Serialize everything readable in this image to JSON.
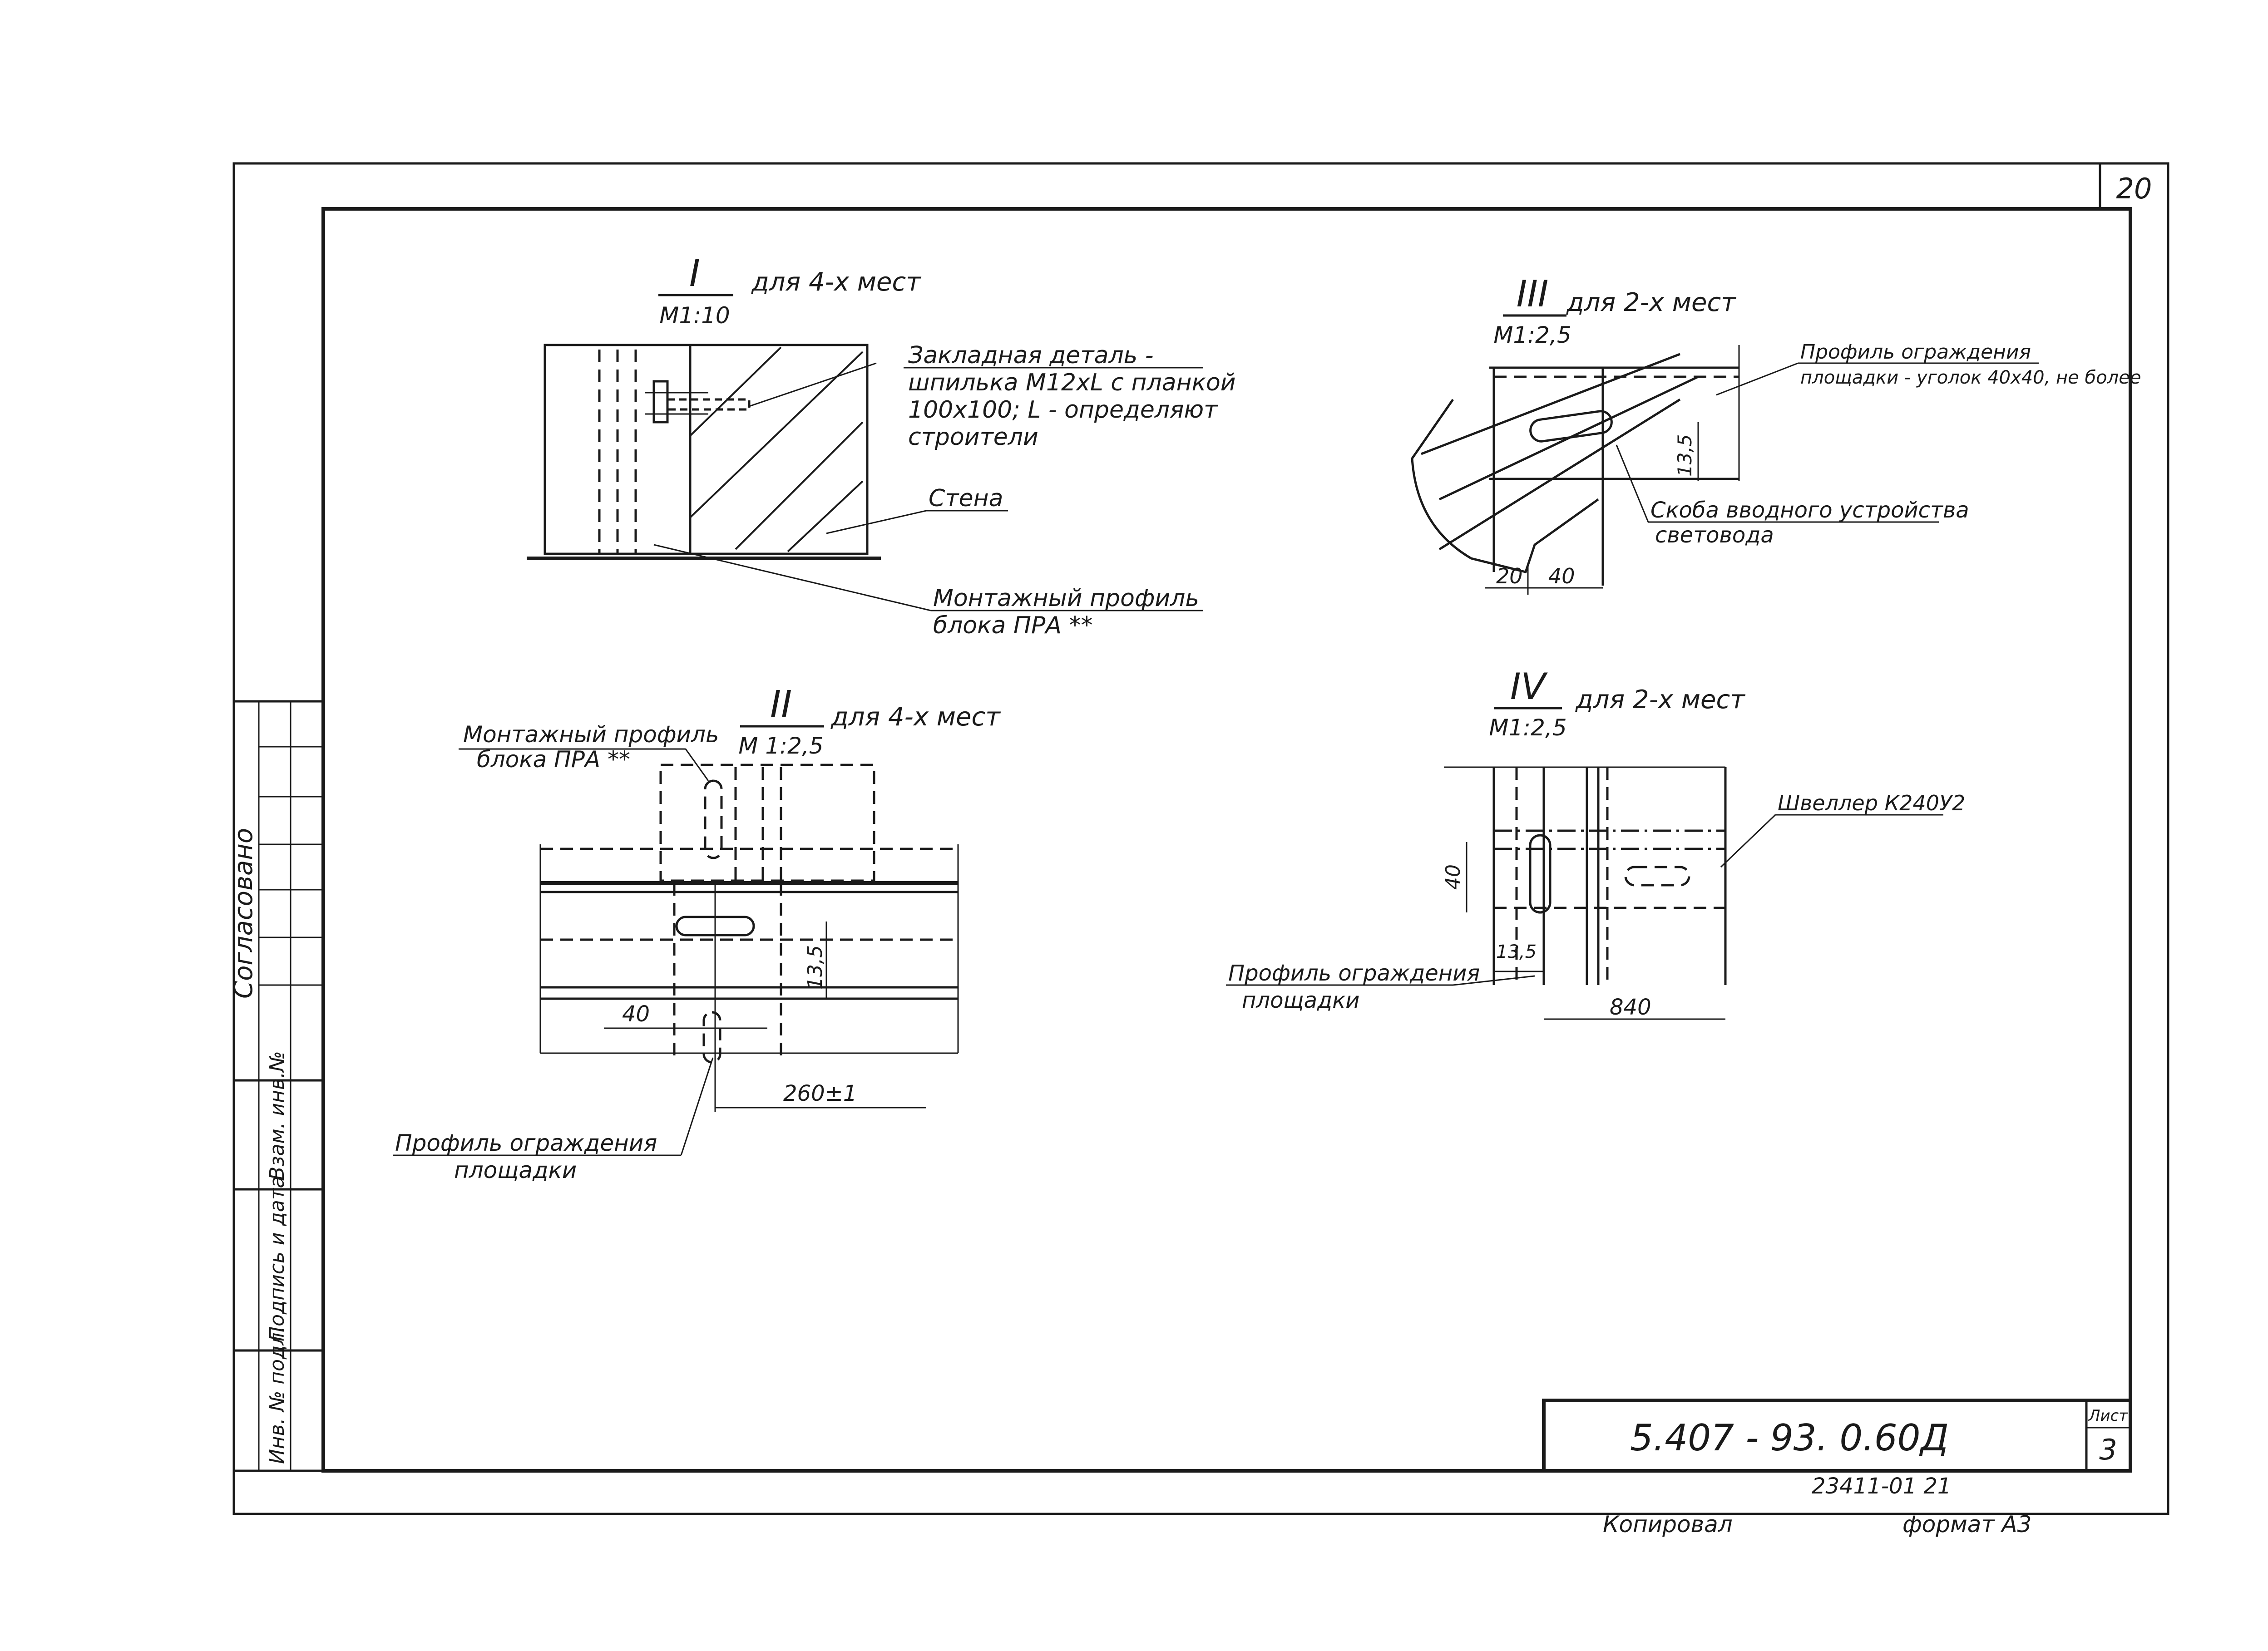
{
  "sheet": {
    "page_number": "20",
    "document_code": "5.407 - 93. 0.60Д",
    "sheet_label": "Лист",
    "sheet_number": "3",
    "inventory_stamp": "23411-01 21",
    "copied_by": "Копировал",
    "format": "формат А3"
  },
  "side_stamp": {
    "agreed": "Согласовано",
    "replacement_inv": "Взам. инв.№",
    "signature_date": "Подпись и дата",
    "original_inv": "Инв. № подл."
  },
  "view1": {
    "numeral": "I",
    "note": "для 4-х мест",
    "scale": "М1:10",
    "callout_embedded": [
      "Закладная деталь -",
      "шпилька М12хL с планкой",
      "100х100; L - определяют",
      "строители"
    ],
    "callout_wall": "Стена",
    "callout_profile": [
      "Монтажный профиль",
      "блока ПРА **"
    ]
  },
  "view2": {
    "numeral": "II",
    "note": "для 4-х мест",
    "scale": "М 1:2,5",
    "callout_profile": [
      "Монтажный профиль",
      "блока ПРА **"
    ],
    "callout_guard": [
      "Профиль ограждения",
      "площадки"
    ],
    "dim_40": "40",
    "dim_135": "13,5",
    "dim_260": "260±1"
  },
  "view3": {
    "numeral": "III",
    "note": "для 2-х мест",
    "scale": "М1:2,5",
    "callout_guard": [
      "Профиль ограждения",
      "площадки - уголок 40х40, не более"
    ],
    "callout_bracket": [
      "Скоба вводного устройства",
      "световода"
    ],
    "dim_20": "20",
    "dim_40": "40",
    "dim_135": "13,5"
  },
  "view4": {
    "numeral": "IV",
    "note": "для 2-х мест",
    "scale": "М1:2,5",
    "callout_channel": "Швеллер К240У2",
    "callout_guard": [
      "Профиль ограждения",
      "площадки"
    ],
    "dim_40": "40",
    "dim_135": "13,5",
    "dim_840": "840"
  }
}
